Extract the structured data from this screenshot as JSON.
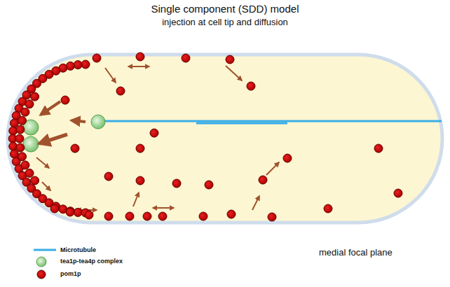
{
  "diagram": {
    "title": "Single component (SDD) model",
    "labels": [
      "injection at cell tip and diffusion",
      "medial focal plane"
    ],
    "legend": [
      {
        "text": "Microtubule"
      },
      {
        "text": "tea1p-tea4p complex"
      },
      {
        "text": "pom1p"
      }
    ]
  }
}
